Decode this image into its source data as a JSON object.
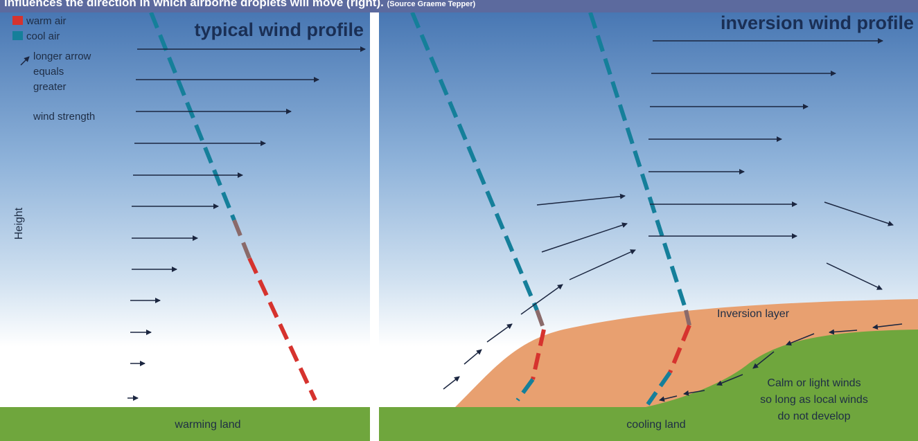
{
  "caption": {
    "main": "influences the direction in which airborne droplets will move (right).",
    "source": "(Source Graeme Tepper)"
  },
  "legend": {
    "warm": "warm air",
    "cool": "cool air",
    "arrow_line1": "longer arrow",
    "arrow_line2": "equals",
    "arrow_line3": "greater",
    "arrow_line4": "wind strength",
    "warm_color": "#d6332e",
    "cool_color": "#157f9a"
  },
  "left": {
    "heading": "typical wind profile",
    "axis_label": "Height",
    "ground": "warming land"
  },
  "right": {
    "heading": "inversion wind profile",
    "inversion": "Inversion layer",
    "ground": "cooling land",
    "calm_line1": "Calm or light winds",
    "calm_line2": "so long as local winds",
    "calm_line3": "do not develop"
  },
  "colors": {
    "ground": "#6fa63d",
    "inversion": "#e8a070",
    "arrow": "#1b2640"
  }
}
